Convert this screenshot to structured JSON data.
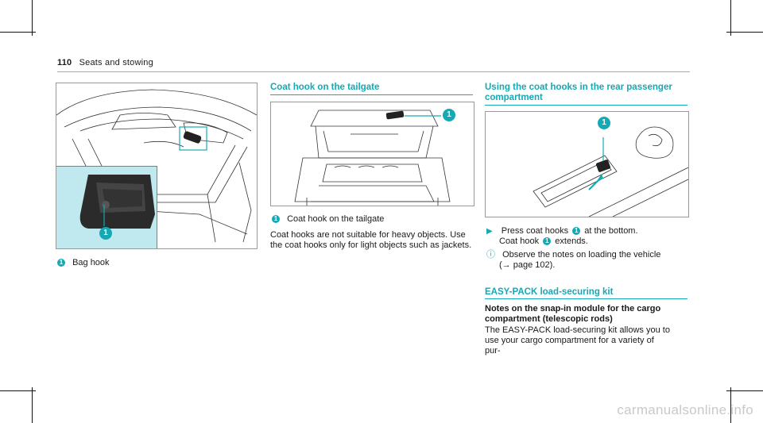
{
  "header": {
    "page_number": "110",
    "section": "Seats and stowing"
  },
  "left": {
    "callout": "1",
    "legend_label": "Bag hook"
  },
  "middle": {
    "title": "Coat hook on the tailgate",
    "callout": "1",
    "legend_label": "Coat hook on the tailgate",
    "paragraph": "Coat hooks are not suitable for heavy objects. Use the coat hooks only for light objects such as jackets."
  },
  "right": {
    "title": "Using the coat hooks in the rear passenger compartment",
    "callout": "1",
    "step_pre": "Press coat hooks",
    "step_post": "at the bottom.",
    "result_pre": "Coat hook",
    "result_post": "extends.",
    "note": "Observe the notes on loading the vehicle",
    "note_ref": "(→ page 102).",
    "section2_title": "EASY-PACK load-securing kit",
    "sub_title": "Notes on the snap-in module for the cargo compartment (telescopic rods)",
    "paragraph": "The EASY-PACK load-securing kit allows you to use your cargo compartment for a variety of pur-"
  },
  "watermark": "carmanualsonline.info",
  "colors": {
    "accent": "#14a9b5",
    "figure_highlight": "#bfe9ef"
  }
}
